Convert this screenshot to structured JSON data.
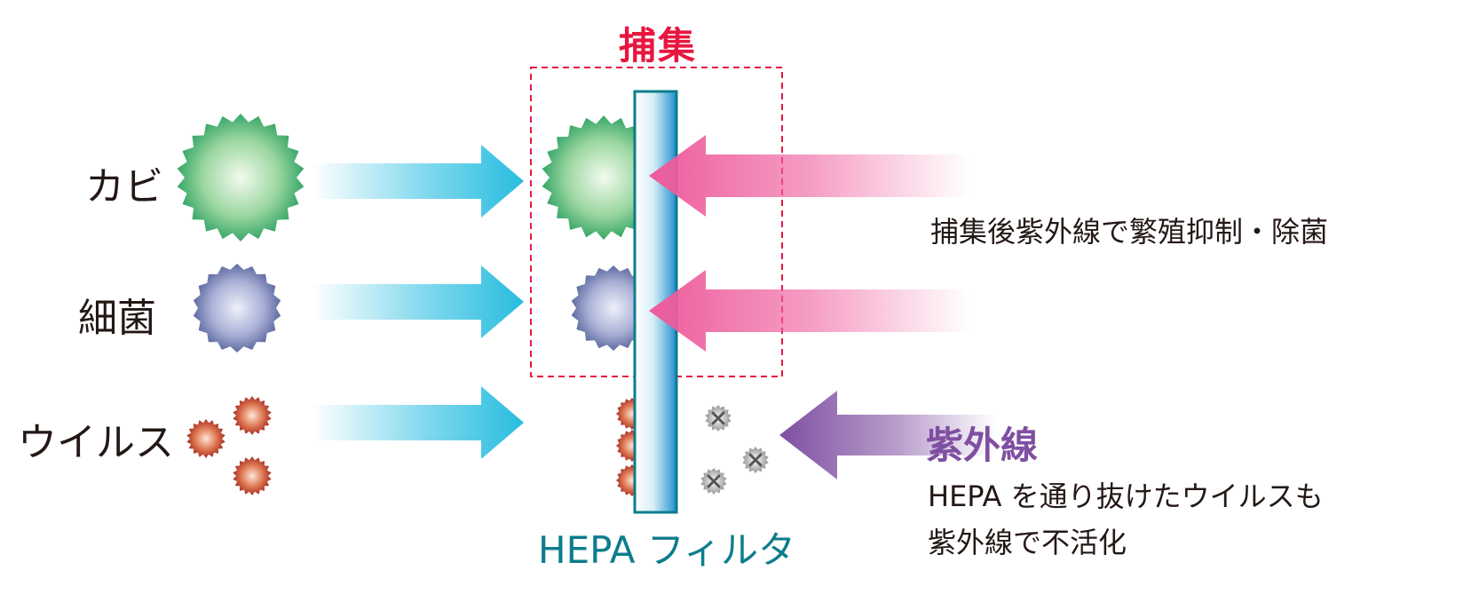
{
  "labels": {
    "mold": "カビ",
    "bacteria": "細菌",
    "virus": "ウイルス",
    "capture": "捕集",
    "filter": "HEPA フィルタ",
    "uv_title": "紫外線",
    "uv_note_top": "捕集後紫外線で繁殖抑制・除菌",
    "uv_note_line1": "HEPA を通り抜けたウイルスも",
    "uv_note_line2": "紫外線で不活化"
  },
  "colors": {
    "capture_red": "#e8173f",
    "filter_teal": "#0c7d8c",
    "uv_purple": "#7f4fa1",
    "air_arrow_cyan": "#28bde0",
    "uv_arrow_pink": "#ee5b9c",
    "mold_green": "#1f9a5a",
    "bacteria_blue": "#4d5b95",
    "virus_red": "#b02a22"
  }
}
